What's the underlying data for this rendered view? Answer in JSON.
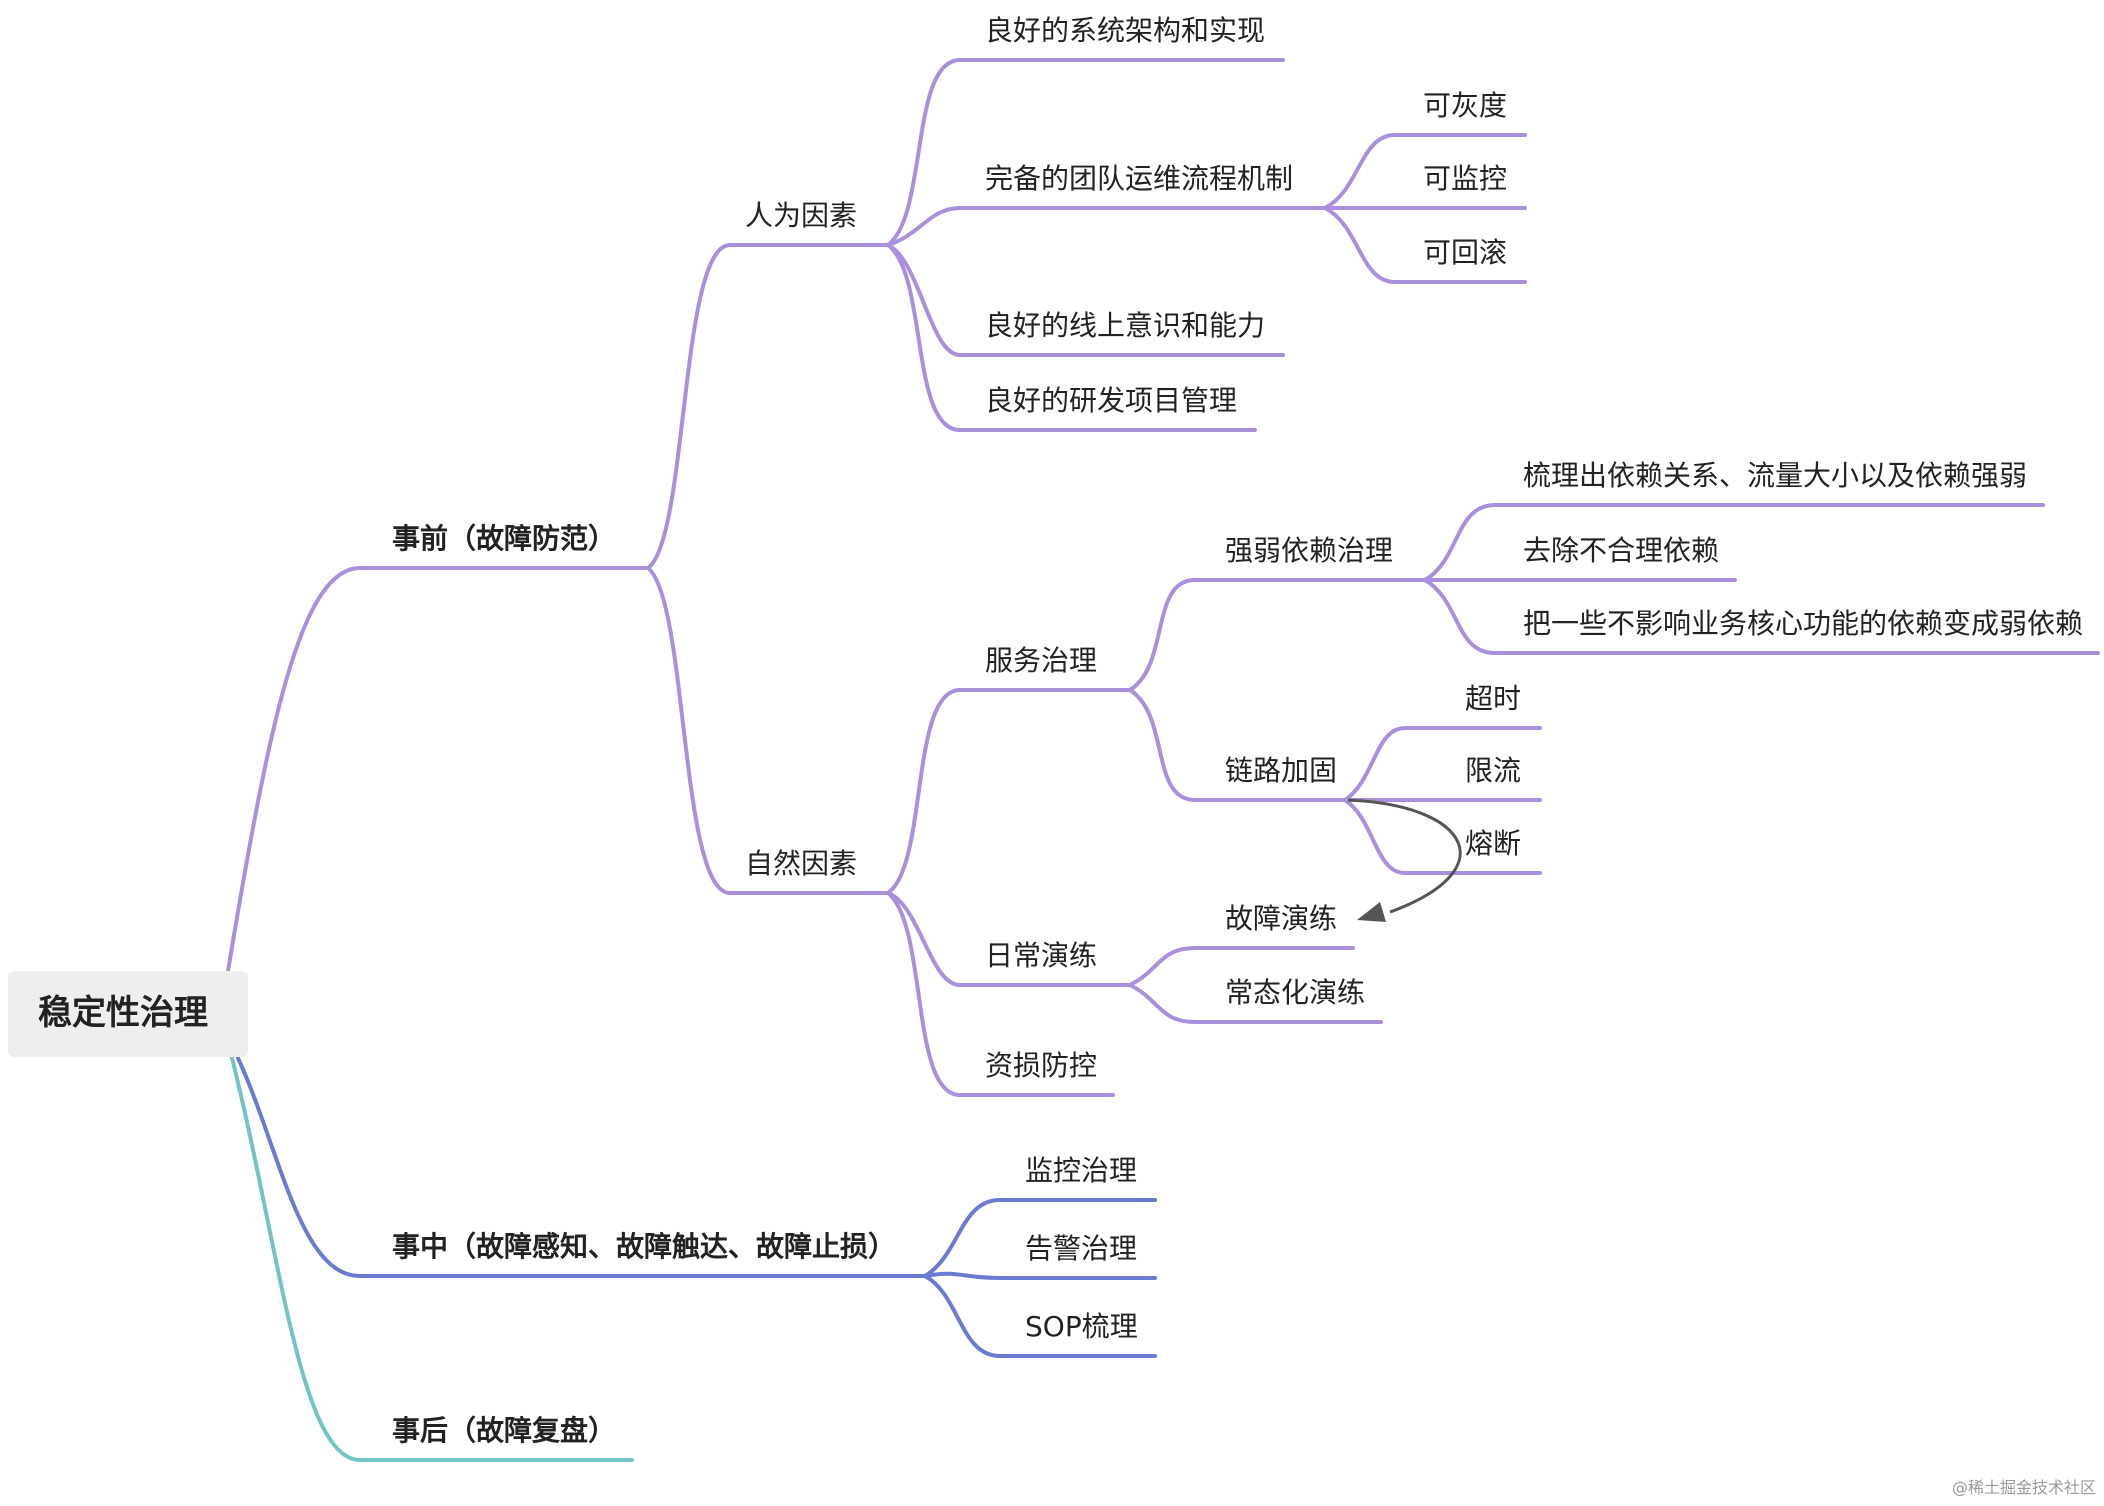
{
  "colors": {
    "purple": "#A98FDD",
    "blue": "#6A7BD3",
    "teal": "#72C3C4",
    "arrow": "#555555"
  },
  "root": "稳定性治理",
  "branches": {
    "before": "事前（故障防范）",
    "during": "事中（故障感知、故障触达、故障止损）",
    "after": "事后（故障复盘）"
  },
  "before": {
    "human": {
      "label": "人为因素",
      "items": {
        "arch": "良好的系统架构和实现",
        "process": "完备的团队运维流程机制",
        "online": "良好的线上意识和能力",
        "project": "良好的研发项目管理"
      },
      "process_items": {
        "gray": "可灰度",
        "monitor": "可监控",
        "rollback": "可回滚"
      }
    },
    "natural": {
      "label": "自然因素",
      "service": {
        "label": "服务治理",
        "dep": {
          "label": "强弱依赖治理",
          "items": {
            "sort": "梳理出依赖关系、流量大小以及依赖强弱",
            "remove": "去除不合理依赖",
            "weaken": "把一些不影响业务核心功能的依赖变成弱依赖"
          }
        },
        "chain": {
          "label": "链路加固",
          "items": {
            "timeout": "超时",
            "limit": "限流",
            "fuse": "熔断"
          }
        }
      },
      "drill": {
        "label": "日常演练",
        "items": {
          "fault": "故障演练",
          "normal": "常态化演练"
        }
      },
      "loss": "资损防控"
    }
  },
  "during": {
    "items": {
      "monitor": "监控治理",
      "alert": "告警治理",
      "sop": "SOP梳理"
    }
  },
  "watermark": "@稀土掘金技术社区"
}
